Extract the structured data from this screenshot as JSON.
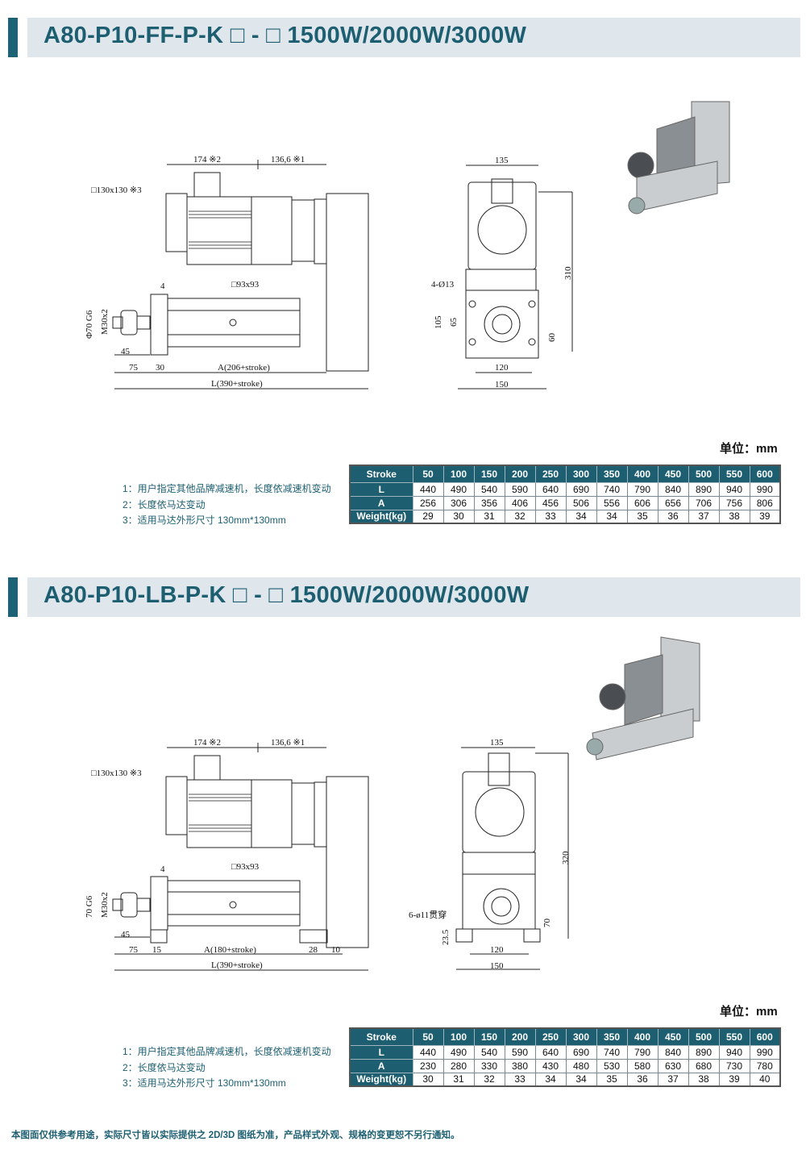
{
  "sections": [
    {
      "title": "A80-P10-FF-P-K □ - □ 1500W/2000W/3000W",
      "dims": {
        "d174": "174 ※2",
        "d136": "136,6 ※1",
        "sq130": "□130x130 ※3",
        "sq93": "□93x93",
        "d4": "4",
        "phi70": "Φ70 G6",
        "m30": "M30x2",
        "d45": "45",
        "d75": "75",
        "d30": "30",
        "A": "A(206+stroke)",
        "L": "L(390+stroke)",
        "f135": "135",
        "f310": "310",
        "holes": "4-Ø13",
        "f105": "105",
        "f65": "65",
        "f60": "60",
        "f120": "120",
        "f150": "150"
      },
      "unit": "单位：mm",
      "notes": [
        "1：用户指定其他品牌减速机，长度依减速机变动",
        "2：长度依马达变动",
        "3：适用马达外形尺寸 130mm*130mm"
      ],
      "table": [
        [
          "Stroke",
          "50",
          "100",
          "150",
          "200",
          "250",
          "300",
          "350",
          "400",
          "450",
          "500",
          "550",
          "600"
        ],
        [
          "L",
          "440",
          "490",
          "540",
          "590",
          "640",
          "690",
          "740",
          "790",
          "840",
          "890",
          "940",
          "990"
        ],
        [
          "A",
          "256",
          "306",
          "356",
          "406",
          "456",
          "506",
          "556",
          "606",
          "656",
          "706",
          "756",
          "806"
        ],
        [
          "Weight(kg)",
          "29",
          "30",
          "31",
          "32",
          "33",
          "34",
          "34",
          "35",
          "36",
          "37",
          "38",
          "39"
        ]
      ]
    },
    {
      "title": "A80-P10-LB-P-K □ - □ 1500W/2000W/3000W",
      "dims": {
        "d174": "174 ※2",
        "d136": "136,6 ※1",
        "sq130": "□130x130 ※3",
        "sq93": "□93x93",
        "d4": "4",
        "phi70": "70 G6",
        "m30": "M30x2",
        "d45": "45",
        "d75": "75",
        "d15": "15",
        "A": "A(180+stroke)",
        "d28": "28",
        "d10": "10",
        "L": "L(390+stroke)",
        "f135": "135",
        "f320": "320",
        "holes": "6-ø11贯穿",
        "f235": "23.5",
        "f70": "70",
        "f120": "120",
        "f150": "150"
      },
      "unit": "单位：mm",
      "notes": [
        "1：用户指定其他品牌减速机，长度依减速机变动",
        "2：长度依马达变动",
        "3：适用马达外形尺寸 130mm*130mm"
      ],
      "table": [
        [
          "Stroke",
          "50",
          "100",
          "150",
          "200",
          "250",
          "300",
          "350",
          "400",
          "450",
          "500",
          "550",
          "600"
        ],
        [
          "L",
          "440",
          "490",
          "540",
          "590",
          "640",
          "690",
          "740",
          "790",
          "840",
          "890",
          "940",
          "990"
        ],
        [
          "A",
          "230",
          "280",
          "330",
          "380",
          "430",
          "480",
          "530",
          "580",
          "630",
          "680",
          "730",
          "780"
        ],
        [
          "Weight(kg)",
          "30",
          "31",
          "32",
          "33",
          "34",
          "34",
          "35",
          "36",
          "37",
          "38",
          "39",
          "40"
        ]
      ]
    }
  ],
  "footer": "本图面仅供参考用途，实际尺寸皆以实际提供之 2D/3D 图纸为准，产品样式外观、规格的变更恕不另行通知。"
}
